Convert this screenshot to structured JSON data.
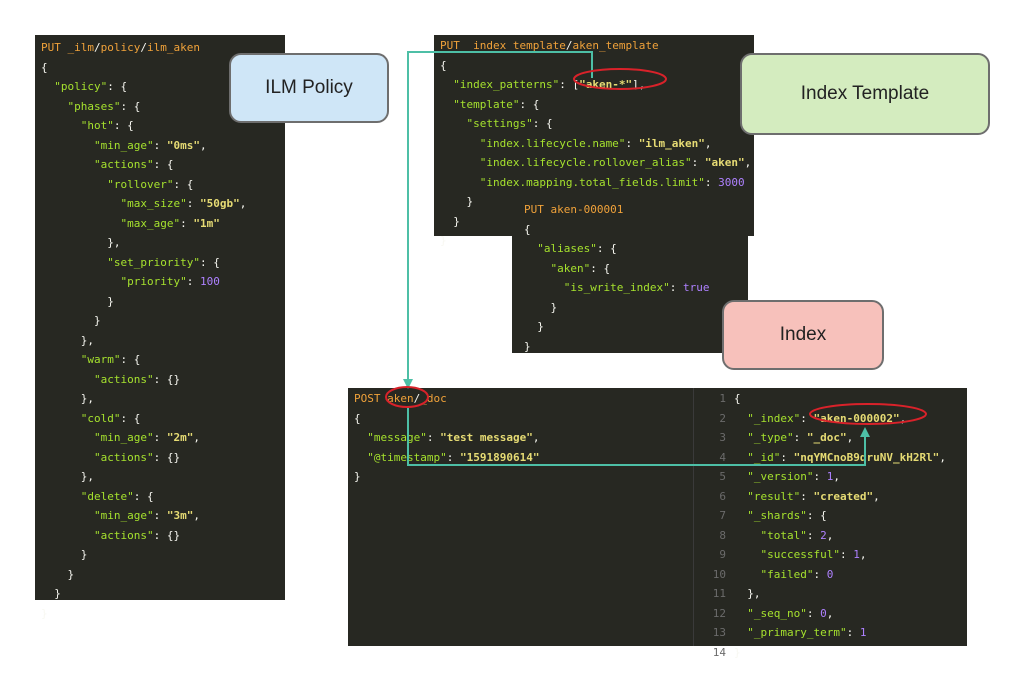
{
  "labels": {
    "ilm_policy": "ILM Policy",
    "index_template": "Index Template",
    "index": "Index"
  },
  "colors": {
    "panel_bg": "#272822",
    "ilm_box": "#cfe6f7",
    "template_box": "#d4ecbf",
    "index_box": "#f7c1bb",
    "arrow": "#4dbfa6",
    "highlight": "#d9222a"
  },
  "ilm_panel": {
    "lines": [
      [
        {
          "t": "PUT ",
          "c": "kw"
        },
        {
          "t": "_ilm",
          "c": "kw"
        },
        {
          "t": "/",
          "c": "path"
        },
        {
          "t": "policy",
          "c": "kw"
        },
        {
          "t": "/",
          "c": "path"
        },
        {
          "t": "ilm_aken",
          "c": "kw"
        }
      ],
      [
        {
          "t": "{",
          "c": "pun"
        }
      ],
      [
        {
          "t": "  \"policy\"",
          "c": "key"
        },
        {
          "t": ": {",
          "c": "pun"
        }
      ],
      [
        {
          "t": "    \"phases\"",
          "c": "key"
        },
        {
          "t": ": {",
          "c": "pun"
        }
      ],
      [
        {
          "t": "      \"hot\"",
          "c": "key"
        },
        {
          "t": ": {",
          "c": "pun"
        }
      ],
      [
        {
          "t": "        \"min_age\"",
          "c": "key"
        },
        {
          "t": ": ",
          "c": "pun"
        },
        {
          "t": "\"0ms\"",
          "c": "str"
        },
        {
          "t": ",",
          "c": "pun"
        }
      ],
      [
        {
          "t": "        \"actions\"",
          "c": "key"
        },
        {
          "t": ": {",
          "c": "pun"
        }
      ],
      [
        {
          "t": "          \"rollover\"",
          "c": "key"
        },
        {
          "t": ": {",
          "c": "pun"
        }
      ],
      [
        {
          "t": "            \"max_size\"",
          "c": "key"
        },
        {
          "t": ": ",
          "c": "pun"
        },
        {
          "t": "\"50gb\"",
          "c": "str"
        },
        {
          "t": ",",
          "c": "pun"
        }
      ],
      [
        {
          "t": "            \"max_age\"",
          "c": "key"
        },
        {
          "t": ": ",
          "c": "pun"
        },
        {
          "t": "\"1m\"",
          "c": "str"
        }
      ],
      [
        {
          "t": "          },",
          "c": "pun"
        }
      ],
      [
        {
          "t": "          \"set_priority\"",
          "c": "key"
        },
        {
          "t": ": {",
          "c": "pun"
        }
      ],
      [
        {
          "t": "            \"priority\"",
          "c": "key"
        },
        {
          "t": ": ",
          "c": "pun"
        },
        {
          "t": "100",
          "c": "num"
        }
      ],
      [
        {
          "t": "          }",
          "c": "pun"
        }
      ],
      [
        {
          "t": "        }",
          "c": "pun"
        }
      ],
      [
        {
          "t": "      },",
          "c": "pun"
        }
      ],
      [
        {
          "t": "      \"warm\"",
          "c": "key"
        },
        {
          "t": ": {",
          "c": "pun"
        }
      ],
      [
        {
          "t": "        \"actions\"",
          "c": "key"
        },
        {
          "t": ": {}",
          "c": "pun"
        }
      ],
      [
        {
          "t": "      },",
          "c": "pun"
        }
      ],
      [
        {
          "t": "      \"cold\"",
          "c": "key"
        },
        {
          "t": ": {",
          "c": "pun"
        }
      ],
      [
        {
          "t": "        \"min_age\"",
          "c": "key"
        },
        {
          "t": ": ",
          "c": "pun"
        },
        {
          "t": "\"2m\"",
          "c": "str"
        },
        {
          "t": ",",
          "c": "pun"
        }
      ],
      [
        {
          "t": "        \"actions\"",
          "c": "key"
        },
        {
          "t": ": {}",
          "c": "pun"
        }
      ],
      [
        {
          "t": "      },",
          "c": "pun"
        }
      ],
      [
        {
          "t": "      \"delete\"",
          "c": "key"
        },
        {
          "t": ": {",
          "c": "pun"
        }
      ],
      [
        {
          "t": "        \"min_age\"",
          "c": "key"
        },
        {
          "t": ": ",
          "c": "pun"
        },
        {
          "t": "\"3m\"",
          "c": "str"
        },
        {
          "t": ",",
          "c": "pun"
        }
      ],
      [
        {
          "t": "        \"actions\"",
          "c": "key"
        },
        {
          "t": ": {}",
          "c": "pun"
        }
      ],
      [
        {
          "t": "      }",
          "c": "pun"
        }
      ],
      [
        {
          "t": "    }",
          "c": "pun"
        }
      ],
      [
        {
          "t": "  }",
          "c": "pun"
        }
      ],
      [
        {
          "t": "}",
          "c": "pun"
        }
      ]
    ]
  },
  "template_panel": {
    "lines": [
      [
        {
          "t": "PUT ",
          "c": "kw"
        },
        {
          "t": "_index_template",
          "c": "kw"
        },
        {
          "t": "/",
          "c": "path"
        },
        {
          "t": "aken_template",
          "c": "kw"
        }
      ],
      [
        {
          "t": "{",
          "c": "pun"
        }
      ],
      [
        {
          "t": "  \"index_patterns\"",
          "c": "key"
        },
        {
          "t": ": [",
          "c": "pun"
        },
        {
          "t": "\"aken-*\"",
          "c": "str"
        },
        {
          "t": "],",
          "c": "pun"
        }
      ],
      [
        {
          "t": "  \"template\"",
          "c": "key"
        },
        {
          "t": ": {",
          "c": "pun"
        }
      ],
      [
        {
          "t": "    \"settings\"",
          "c": "key"
        },
        {
          "t": ": {",
          "c": "pun"
        }
      ],
      [
        {
          "t": "      \"index.lifecycle.name\"",
          "c": "key"
        },
        {
          "t": ": ",
          "c": "pun"
        },
        {
          "t": "\"ilm_aken\"",
          "c": "str"
        },
        {
          "t": ",",
          "c": "pun"
        }
      ],
      [
        {
          "t": "      \"index.lifecycle.rollover_alias\"",
          "c": "key"
        },
        {
          "t": ": ",
          "c": "pun"
        },
        {
          "t": "\"aken\"",
          "c": "str"
        },
        {
          "t": ",",
          "c": "pun"
        }
      ],
      [
        {
          "t": "      \"index.mapping.total_fields.limit\"",
          "c": "key"
        },
        {
          "t": ": ",
          "c": "pun"
        },
        {
          "t": "3000",
          "c": "num"
        }
      ],
      [
        {
          "t": "    }",
          "c": "pun"
        }
      ],
      [
        {
          "t": "  }",
          "c": "pun"
        }
      ],
      [
        {
          "t": "}",
          "c": "pun"
        }
      ]
    ]
  },
  "index_panel": {
    "lines": [
      [
        {
          "t": "PUT ",
          "c": "kw"
        },
        {
          "t": "aken-000001",
          "c": "kw"
        }
      ],
      [
        {
          "t": "{",
          "c": "pun"
        }
      ],
      [
        {
          "t": "  \"aliases\"",
          "c": "key"
        },
        {
          "t": ": {",
          "c": "pun"
        }
      ],
      [
        {
          "t": "    \"aken\"",
          "c": "key"
        },
        {
          "t": ": {",
          "c": "pun"
        }
      ],
      [
        {
          "t": "      \"is_write_index\"",
          "c": "key"
        },
        {
          "t": ": ",
          "c": "pun"
        },
        {
          "t": "true",
          "c": "num"
        }
      ],
      [
        {
          "t": "    }",
          "c": "pun"
        }
      ],
      [
        {
          "t": "  }",
          "c": "pun"
        }
      ],
      [
        {
          "t": "}",
          "c": "pun"
        }
      ]
    ]
  },
  "post_panel": {
    "lines": [
      [
        {
          "t": "POST ",
          "c": "kw"
        },
        {
          "t": "aken",
          "c": "kw"
        },
        {
          "t": "/",
          "c": "path"
        },
        {
          "t": "_doc",
          "c": "kw"
        }
      ],
      [
        {
          "t": "{",
          "c": "pun"
        }
      ],
      [
        {
          "t": "  \"message\"",
          "c": "key"
        },
        {
          "t": ": ",
          "c": "pun"
        },
        {
          "t": "\"test message\"",
          "c": "str"
        },
        {
          "t": ",",
          "c": "pun"
        }
      ],
      [
        {
          "t": "  \"@timestamp\"",
          "c": "key"
        },
        {
          "t": ": ",
          "c": "pun"
        },
        {
          "t": "\"1591890614\"",
          "c": "str"
        }
      ],
      [
        {
          "t": "}",
          "c": "pun"
        }
      ]
    ]
  },
  "response_panel": {
    "line_numbers": [
      "1",
      "2",
      "3",
      "4",
      "5",
      "6",
      "7",
      "8",
      "9",
      "10",
      "11",
      "12",
      "13",
      "14"
    ],
    "lines": [
      [
        {
          "t": "{",
          "c": "pun"
        }
      ],
      [
        {
          "t": "  \"_index\"",
          "c": "key"
        },
        {
          "t": ": ",
          "c": "pun"
        },
        {
          "t": "\"aken-000002\"",
          "c": "str"
        },
        {
          "t": ",",
          "c": "pun"
        }
      ],
      [
        {
          "t": "  \"_type\"",
          "c": "key"
        },
        {
          "t": ": ",
          "c": "pun"
        },
        {
          "t": "\"_doc\"",
          "c": "str"
        },
        {
          "t": ",",
          "c": "pun"
        }
      ],
      [
        {
          "t": "  \"_id\"",
          "c": "key"
        },
        {
          "t": ": ",
          "c": "pun"
        },
        {
          "t": "\"nqYMCnoB9druNV_kH2Rl\"",
          "c": "str"
        },
        {
          "t": ",",
          "c": "pun"
        }
      ],
      [
        {
          "t": "  \"_version\"",
          "c": "key"
        },
        {
          "t": ": ",
          "c": "pun"
        },
        {
          "t": "1",
          "c": "num"
        },
        {
          "t": ",",
          "c": "pun"
        }
      ],
      [
        {
          "t": "  \"result\"",
          "c": "key"
        },
        {
          "t": ": ",
          "c": "pun"
        },
        {
          "t": "\"created\"",
          "c": "str"
        },
        {
          "t": ",",
          "c": "pun"
        }
      ],
      [
        {
          "t": "  \"_shards\"",
          "c": "key"
        },
        {
          "t": ": {",
          "c": "pun"
        }
      ],
      [
        {
          "t": "    \"total\"",
          "c": "key"
        },
        {
          "t": ": ",
          "c": "pun"
        },
        {
          "t": "2",
          "c": "num"
        },
        {
          "t": ",",
          "c": "pun"
        }
      ],
      [
        {
          "t": "    \"successful\"",
          "c": "key"
        },
        {
          "t": ": ",
          "c": "pun"
        },
        {
          "t": "1",
          "c": "num"
        },
        {
          "t": ",",
          "c": "pun"
        }
      ],
      [
        {
          "t": "    \"failed\"",
          "c": "key"
        },
        {
          "t": ": ",
          "c": "pun"
        },
        {
          "t": "0",
          "c": "num"
        }
      ],
      [
        {
          "t": "  },",
          "c": "pun"
        }
      ],
      [
        {
          "t": "  \"_seq_no\"",
          "c": "key"
        },
        {
          "t": ": ",
          "c": "pun"
        },
        {
          "t": "0",
          "c": "num"
        },
        {
          "t": ",",
          "c": "pun"
        }
      ],
      [
        {
          "t": "  \"_primary_term\"",
          "c": "key"
        },
        {
          "t": ": ",
          "c": "pun"
        },
        {
          "t": "1",
          "c": "num"
        }
      ],
      [
        {
          "t": "}",
          "c": "pun"
        }
      ]
    ]
  }
}
